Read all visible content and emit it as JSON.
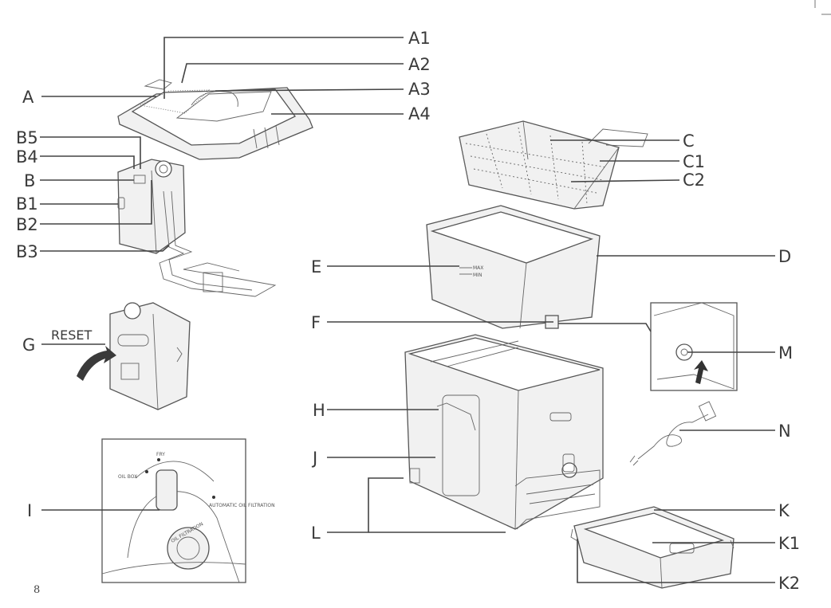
{
  "labels": {
    "A": "A",
    "A1": "A1",
    "A2": "A2",
    "A3": "A3",
    "A4": "A4",
    "B": "B",
    "B1": "B1",
    "B2": "B2",
    "B3": "B3",
    "B4": "B4",
    "B5": "B5",
    "C": "C",
    "C1": "C1",
    "C2": "C2",
    "D": "D",
    "E": "E",
    "F": "F",
    "G": "G",
    "H": "H",
    "I": "I",
    "J": "J",
    "K": "K",
    "K1": "K1",
    "K2": "K2",
    "L": "L",
    "M": "M",
    "N": "N"
  },
  "reset_text": "RESET",
  "bowl_marks": {
    "max": "MAX",
    "min": "MIN"
  },
  "dial_labels": {
    "fry": "FRY",
    "oil_box": "OIL BOX",
    "auto_filter": "AUTOMATIC OIL FILTRATION",
    "knob": "OIL FILTRATION"
  },
  "page_number": "8"
}
